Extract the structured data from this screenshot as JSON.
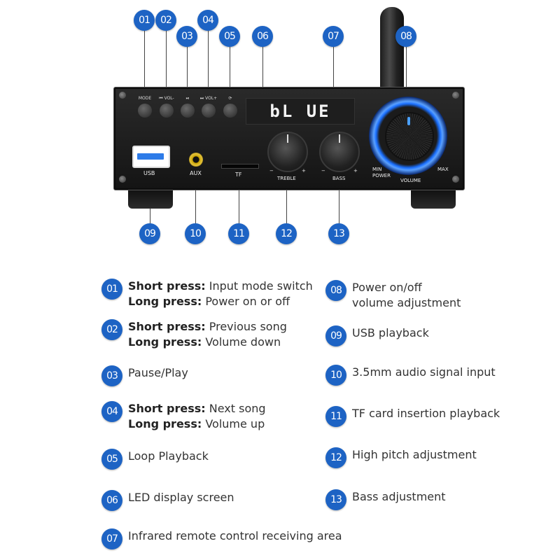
{
  "device": {
    "display_text": "bL UE",
    "buttons": [
      "MODE",
      "⏮ VOL-",
      "⏯",
      "⏭ VOL+",
      "⟳"
    ],
    "ports": {
      "usb": "USB",
      "aux": "AUX",
      "tf": "TF"
    },
    "knobs": {
      "treble": "TREBLE",
      "bass": "BASS",
      "volume": "VOLUME",
      "minus": "−",
      "plus": "+"
    },
    "volume_labels": {
      "min": "MIN",
      "max": "MAX",
      "power": "POWER"
    }
  },
  "callouts": [
    "01",
    "02",
    "03",
    "04",
    "05",
    "06",
    "07",
    "08",
    "09",
    "10",
    "11",
    "12",
    "13"
  ],
  "legend": [
    {
      "num": "01",
      "lines": [
        {
          "bold": "Short press:",
          "text": " Input mode switch"
        },
        {
          "bold": "Long press:",
          "text": " Power on or off"
        }
      ]
    },
    {
      "num": "02",
      "lines": [
        {
          "bold": "Short press:",
          "text": " Previous song"
        },
        {
          "bold": "Long press:",
          "text": " Volume down"
        }
      ]
    },
    {
      "num": "03",
      "lines": [
        {
          "bold": "",
          "text": "Pause/Play"
        }
      ]
    },
    {
      "num": "04",
      "lines": [
        {
          "bold": "Short press:",
          "text": " Next song"
        },
        {
          "bold": "Long press:",
          "text": " Volume up"
        }
      ]
    },
    {
      "num": "05",
      "lines": [
        {
          "bold": "",
          "text": "Loop Playback"
        }
      ]
    },
    {
      "num": "06",
      "lines": [
        {
          "bold": "",
          "text": "LED display screen"
        }
      ]
    },
    {
      "num": "07",
      "lines": [
        {
          "bold": "",
          "text": "Infrared remote control receiving area"
        }
      ]
    },
    {
      "num": "08",
      "lines": [
        {
          "bold": "",
          "text": "Power on/off"
        },
        {
          "bold": "",
          "text": "volume adjustment"
        }
      ]
    },
    {
      "num": "09",
      "lines": [
        {
          "bold": "",
          "text": "USB playback"
        }
      ]
    },
    {
      "num": "10",
      "lines": [
        {
          "bold": "",
          "text": "3.5mm audio signal input"
        }
      ]
    },
    {
      "num": "11",
      "lines": [
        {
          "bold": "",
          "text": "TF card insertion playback"
        }
      ]
    },
    {
      "num": "12",
      "lines": [
        {
          "bold": "",
          "text": "High pitch adjustment"
        }
      ]
    },
    {
      "num": "13",
      "lines": [
        {
          "bold": "",
          "text": "Bass adjustment"
        }
      ]
    }
  ],
  "colors": {
    "badge": "#1d63c4",
    "volume_ring": "#1a6fff"
  }
}
